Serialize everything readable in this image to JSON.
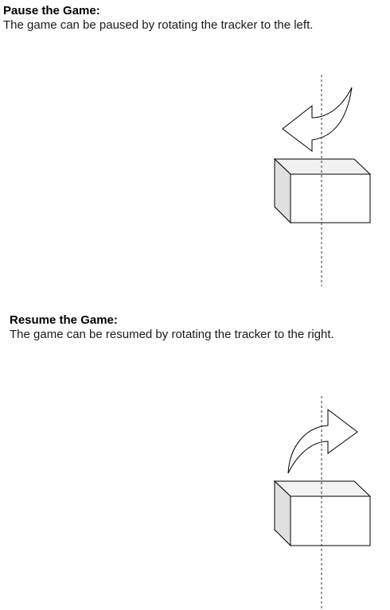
{
  "pause": {
    "title": "Pause the Game:",
    "description": "The game can be paused by rotating the tracker to the left.",
    "arrow_direction": "left"
  },
  "resume": {
    "title": "Resume the Game:",
    "description": "The game can be resumed by rotating the tracker to the right.",
    "arrow_direction": "right"
  },
  "colors": {
    "stroke": "#000000",
    "box_front": "#ffffff",
    "box_top": "#f2f2f2",
    "box_side": "#e0e0e0",
    "axis": "#333333"
  }
}
